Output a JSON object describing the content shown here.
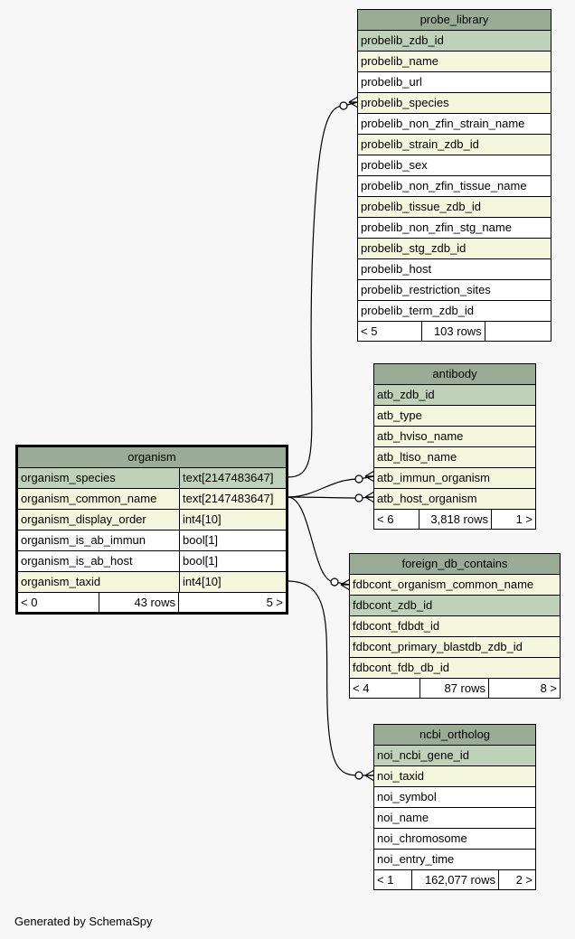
{
  "tables": {
    "probe_library": {
      "name": "probe_library",
      "columns": [
        {
          "name": "probelib_zdb_id",
          "kind": "pk"
        },
        {
          "name": "probelib_name",
          "kind": "fk"
        },
        {
          "name": "probelib_url",
          "kind": "plain"
        },
        {
          "name": "probelib_species",
          "kind": "fk"
        },
        {
          "name": "probelib_non_zfin_strain_name",
          "kind": "plain"
        },
        {
          "name": "probelib_strain_zdb_id",
          "kind": "fk"
        },
        {
          "name": "probelib_sex",
          "kind": "plain"
        },
        {
          "name": "probelib_non_zfin_tissue_name",
          "kind": "plain"
        },
        {
          "name": "probelib_tissue_zdb_id",
          "kind": "fk"
        },
        {
          "name": "probelib_non_zfin_stg_name",
          "kind": "plain"
        },
        {
          "name": "probelib_stg_zdb_id",
          "kind": "fk"
        },
        {
          "name": "probelib_host",
          "kind": "plain"
        },
        {
          "name": "probelib_restriction_sites",
          "kind": "plain"
        },
        {
          "name": "probelib_term_zdb_id",
          "kind": "plain"
        }
      ],
      "footer": {
        "parents": "< 5",
        "rows": "103 rows",
        "children": ""
      }
    },
    "antibody": {
      "name": "antibody",
      "columns": [
        {
          "name": "atb_zdb_id",
          "kind": "pk"
        },
        {
          "name": "atb_type",
          "kind": "fk"
        },
        {
          "name": "atb_hviso_name",
          "kind": "fk"
        },
        {
          "name": "atb_ltiso_name",
          "kind": "fk"
        },
        {
          "name": "atb_immun_organism",
          "kind": "fk"
        },
        {
          "name": "atb_host_organism",
          "kind": "fk"
        }
      ],
      "footer": {
        "parents": "< 6",
        "rows": "3,818 rows",
        "children": "1 >"
      }
    },
    "organism": {
      "name": "organism",
      "columns": [
        {
          "name": "organism_species",
          "type": "text[2147483647]",
          "kind": "pk"
        },
        {
          "name": "organism_common_name",
          "type": "text[2147483647]",
          "kind": "fk"
        },
        {
          "name": "organism_display_order",
          "type": "int4[10]",
          "kind": "fk"
        },
        {
          "name": "organism_is_ab_immun",
          "type": "bool[1]",
          "kind": "plain"
        },
        {
          "name": "organism_is_ab_host",
          "type": "bool[1]",
          "kind": "plain"
        },
        {
          "name": "organism_taxid",
          "type": "int4[10]",
          "kind": "fk"
        }
      ],
      "footer": {
        "parents": "< 0",
        "rows": "43 rows",
        "children": "5 >"
      }
    },
    "foreign_db_contains": {
      "name": "foreign_db_contains",
      "columns": [
        {
          "name": "fdbcont_organism_common_name",
          "kind": "fk"
        },
        {
          "name": "fdbcont_zdb_id",
          "kind": "pk"
        },
        {
          "name": "fdbcont_fdbdt_id",
          "kind": "fk"
        },
        {
          "name": "fdbcont_primary_blastdb_zdb_id",
          "kind": "fk"
        },
        {
          "name": "fdbcont_fdb_db_id",
          "kind": "fk"
        }
      ],
      "footer": {
        "parents": "< 4",
        "rows": "87 rows",
        "children": "8 >"
      }
    },
    "ncbi_ortholog": {
      "name": "ncbi_ortholog",
      "columns": [
        {
          "name": "noi_ncbi_gene_id",
          "kind": "pk"
        },
        {
          "name": "noi_taxid",
          "kind": "fk"
        },
        {
          "name": "noi_symbol",
          "kind": "plain"
        },
        {
          "name": "noi_name",
          "kind": "plain"
        },
        {
          "name": "noi_chromosome",
          "kind": "plain"
        },
        {
          "name": "noi_entry_time",
          "kind": "plain"
        }
      ],
      "footer": {
        "parents": "< 1",
        "rows": "162,077 rows",
        "children": "2 >"
      }
    }
  },
  "colors": {
    "header": "#9aab96",
    "primary_key": "#bfd1b8",
    "foreign_key": "#f4f7dd",
    "plain": "#ffffff",
    "background": "#f7f7f7"
  },
  "footer_text": "Generated by SchemaSpy"
}
